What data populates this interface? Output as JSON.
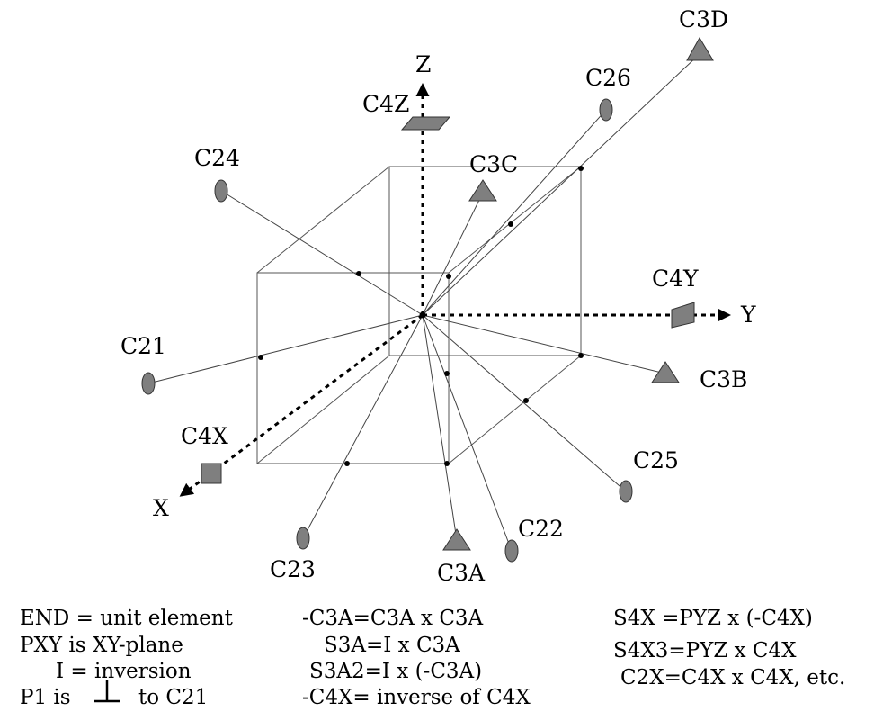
{
  "axes": {
    "x": "X",
    "y": "Y",
    "z": "Z"
  },
  "elements": {
    "c4z": "C4Z",
    "c4y": "C4Y",
    "c4x": "C4X",
    "c3a": "C3A",
    "c3b": "C3B",
    "c3c": "C3C",
    "c3d": "C3D",
    "c21": "C21",
    "c22": "C22",
    "c23": "C23",
    "c24": "C24",
    "c25": "C25",
    "c26": "C26"
  },
  "notes": {
    "col1": {
      "line1": "END = unit element",
      "line2": "PXY is XY-plane",
      "line3": "I = inversion",
      "line4_a": "P1 is",
      "line4_b": "to C21"
    },
    "col2": {
      "line1": "-C3A=C3A x C3A",
      "line2": "S3A=I x C3A",
      "line3": "S3A2=I x (-C3A)",
      "line4": "-C4X= inverse of C4X"
    },
    "col3": {
      "line1": "S4X =PYZ x (-C4X)",
      "line2": "S4X3=PYZ x C4X",
      "line3": "C2X=C4X x C4X, etc."
    }
  }
}
